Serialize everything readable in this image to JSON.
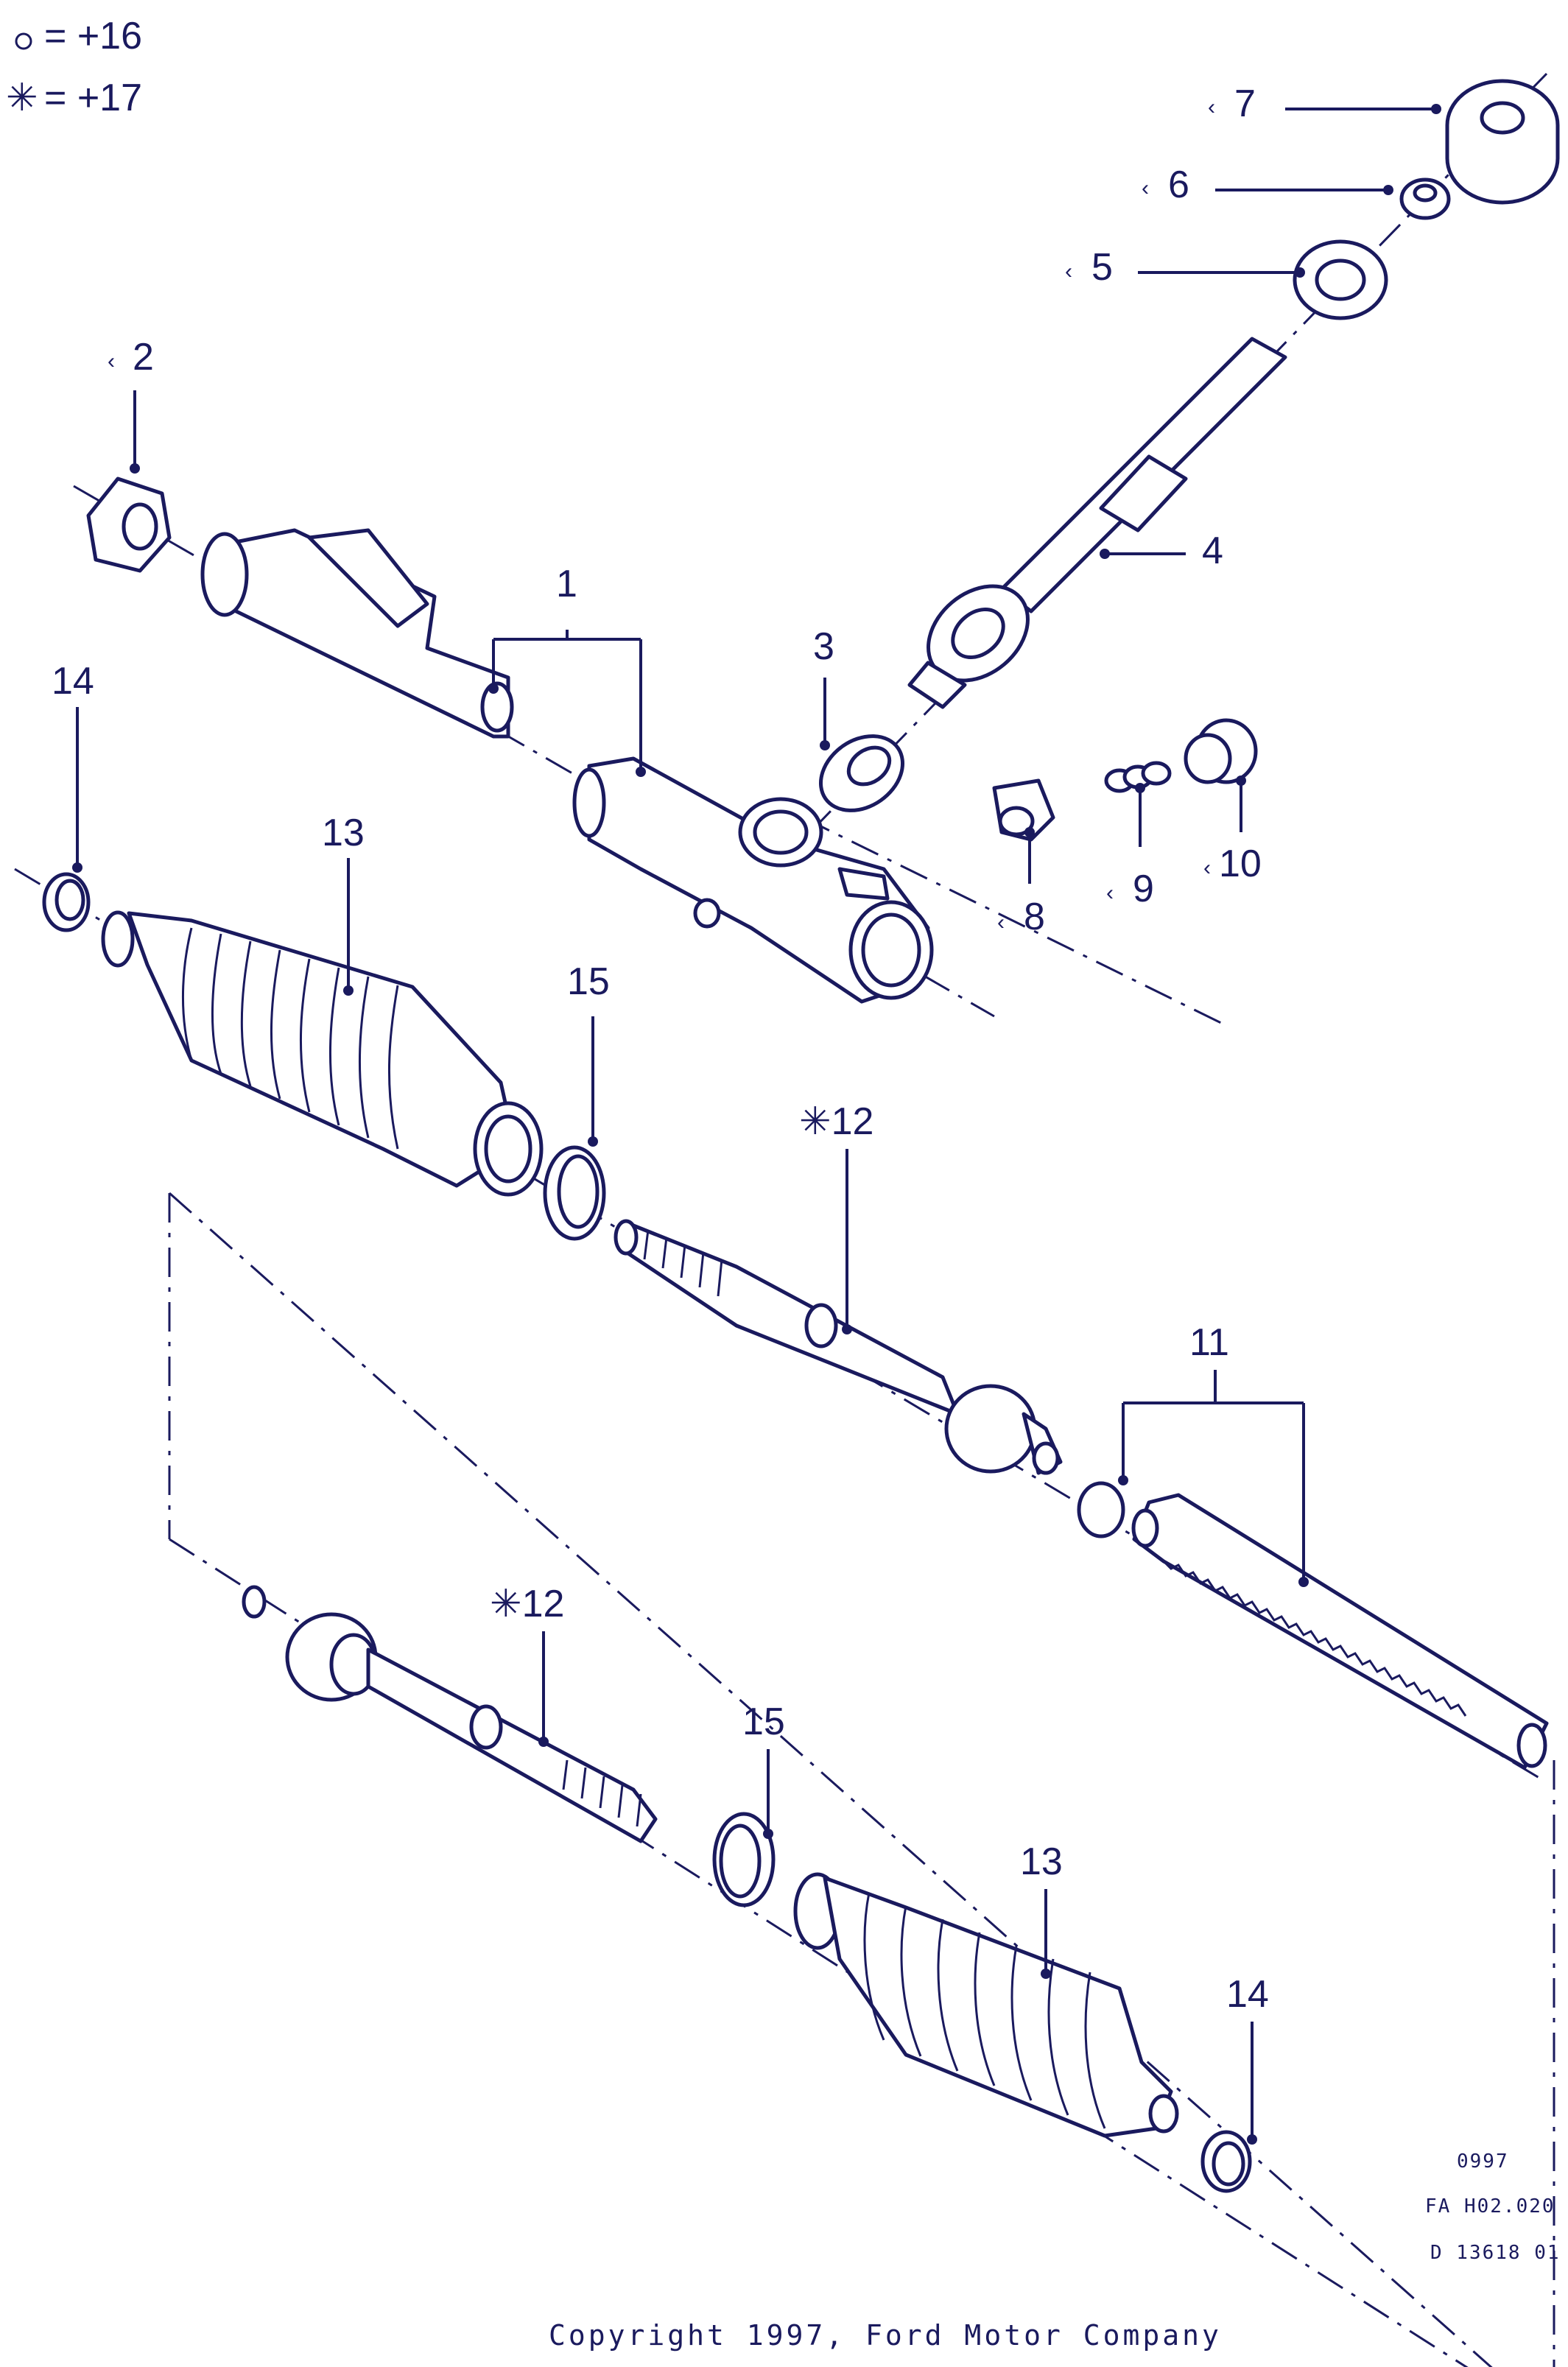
{
  "legend": {
    "circle_label": "= +16",
    "star_label": "= +17",
    "circle_symbol": "○",
    "star_symbol": "✳"
  },
  "callouts": {
    "c1": "1",
    "c2": "2",
    "c3": "3",
    "c4": "4",
    "c5": "5",
    "c6": "6",
    "c7": "7",
    "c8": "8",
    "c9": "9",
    "c10": "10",
    "c11": "11",
    "c12a": "✳12",
    "c12b": "✳12",
    "c13a": "13",
    "c13b": "13",
    "c14a": "14",
    "c14b": "14",
    "c15a": "15",
    "c15b": "15"
  },
  "marker_symbol": "‹",
  "meta": {
    "date_code": "0997",
    "fa_code": "FA H02.020",
    "drawing_no": "D 13618 01"
  },
  "copyright": "Copyright 1997, Ford Motor Company",
  "colors": {
    "ink": "#1a1a5e",
    "background": "#ffffff"
  }
}
